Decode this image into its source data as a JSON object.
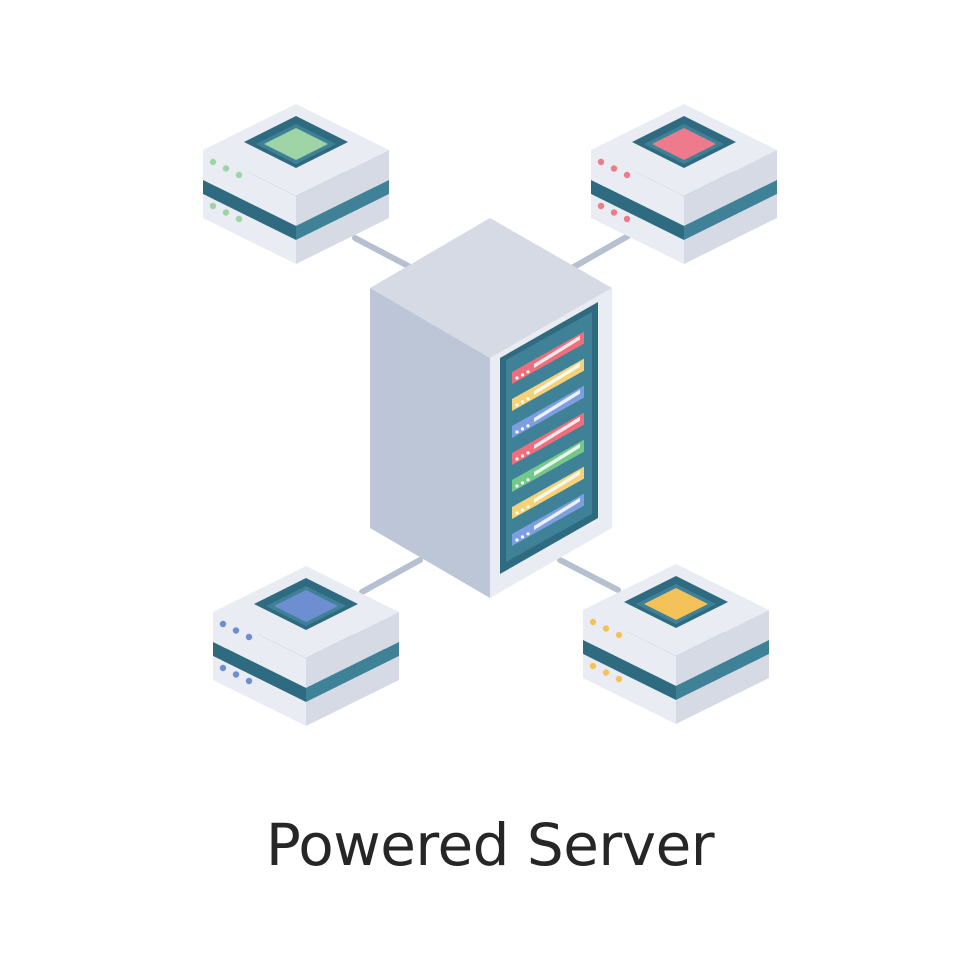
{
  "caption": "Powered Server",
  "colors": {
    "background": "#ffffff",
    "casing_light": "#e9ecf2",
    "casing_mid": "#d5dae4",
    "casing_side": "#bcc6d6",
    "panel_dark": "#3f8196",
    "panel_darker": "#2f6b80",
    "connector": "#b6c0d0",
    "text": "#262626"
  },
  "nodes": [
    {
      "name": "top-left-server-node",
      "accent": "#9ed4a6"
    },
    {
      "name": "top-right-server-node",
      "accent": "#ee7b8b"
    },
    {
      "name": "bottom-left-server-node",
      "accent": "#6e8ed2"
    },
    {
      "name": "bottom-right-server-node",
      "accent": "#f5c25a"
    }
  ],
  "rack_units": [
    {
      "accent": "#ee6e7c"
    },
    {
      "accent": "#f3d27a"
    },
    {
      "accent": "#7d9ee0"
    },
    {
      "accent": "#ee6e7c"
    },
    {
      "accent": "#74c98a"
    },
    {
      "accent": "#f3d27a"
    },
    {
      "accent": "#7d9ee0"
    }
  ]
}
